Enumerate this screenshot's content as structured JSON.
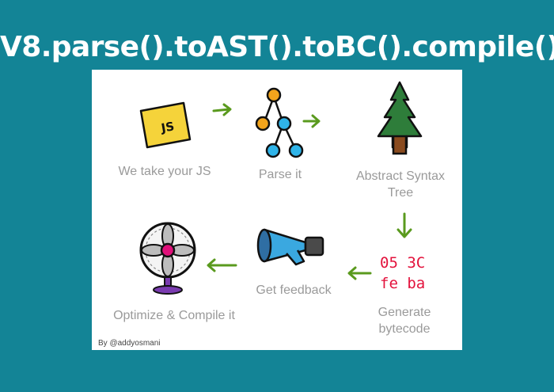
{
  "title": "V8.parse().toAST().toBC().compile()",
  "steps": {
    "js_label": "We take your JS",
    "js_icon_text": "JS",
    "parse_label": "Parse it",
    "ast_label_line1": "Abstract Syntax",
    "ast_label_line2": "Tree",
    "bytecode_label_line1": "Generate",
    "bytecode_label_line2": "bytecode",
    "bytecode_row1": "05 3C",
    "bytecode_row2": "fe ba",
    "feedback_label": "Get feedback",
    "optimize_label": "Optimize & Compile it"
  },
  "credit": "By @addyosmani",
  "colors": {
    "background": "#138496",
    "arrow": "#5a9a1e",
    "js_yellow": "#f5d33a",
    "tree_green": "#2e7d3a",
    "node_blue": "#2fb4e9",
    "node_orange": "#f2a41c",
    "bytecode_red": "#e3123c",
    "megaphone_blue": "#3aa8e0",
    "fan_pink": "#e0107a",
    "fan_purple": "#7a3bb0"
  },
  "icons": [
    "js-file-icon",
    "parse-tree-icon",
    "pine-tree-icon",
    "bytecode-icon",
    "megaphone-icon",
    "fan-icon"
  ]
}
